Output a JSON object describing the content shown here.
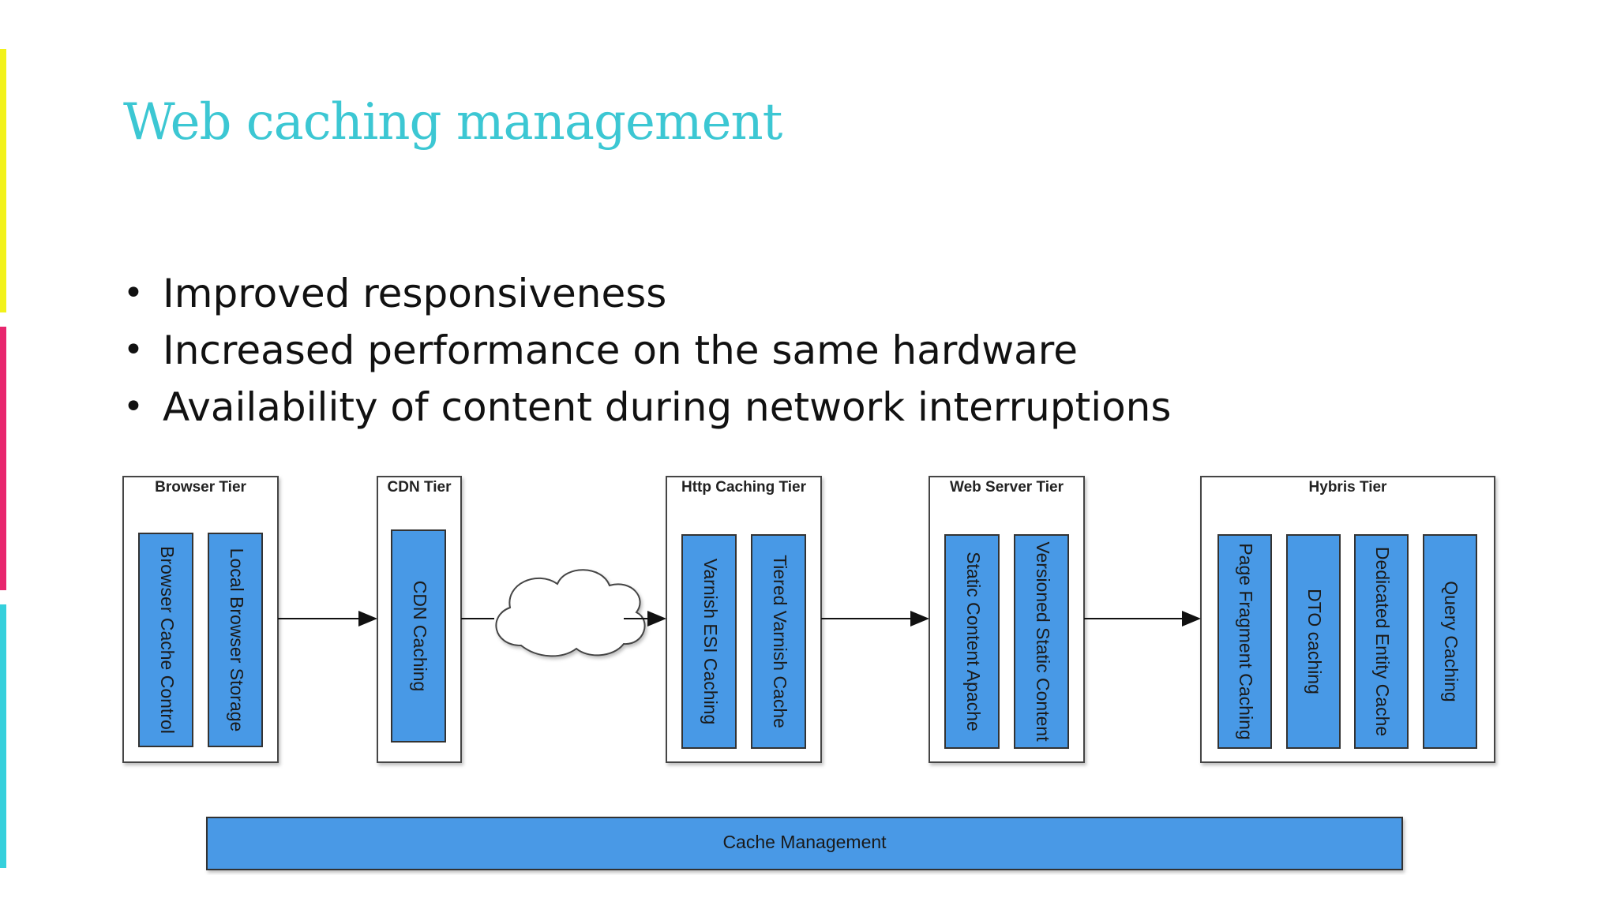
{
  "slide": {
    "title": "Web caching management",
    "accent_colors": [
      "#f2f21a",
      "#e8266e",
      "#35d0dc"
    ],
    "bullets": [
      "Improved responsiveness",
      "Increased performance on the same hardware",
      "Availability of content during network interruptions"
    ]
  },
  "diagram": {
    "colors": {
      "cache_fill": "#4899e6",
      "box_border": "#444444"
    },
    "tiers": [
      {
        "name": "Browser Tier",
        "caches": [
          "Browser Cache Control",
          "Local Browser Storage"
        ]
      },
      {
        "name": "CDN Tier",
        "caches": [
          "CDN Caching"
        ]
      },
      {
        "name": "Http Caching Tier",
        "caches": [
          "Varnish ESI Caching",
          "Tiered Varnish Cache"
        ]
      },
      {
        "name": "Web Server Tier",
        "caches": [
          "Static Content Apache",
          "Versioned Static Content"
        ]
      },
      {
        "name": "Hybris Tier",
        "caches": [
          "Page Fragment Caching",
          "DTO caching",
          "Dedicated Entity Cache",
          "Query Caching"
        ]
      }
    ],
    "cloud_icon": "cloud-icon",
    "management_bar": "Cache Management"
  }
}
